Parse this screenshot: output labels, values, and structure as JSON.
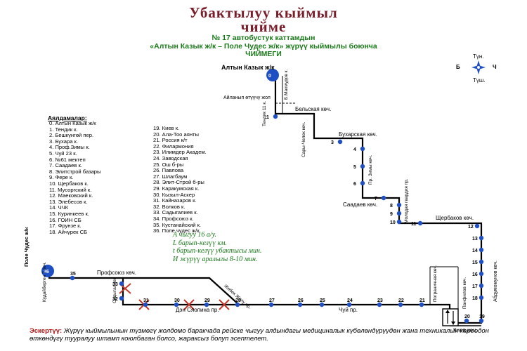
{
  "title": {
    "line1": "Убактылуу кыймыл",
    "line2": "чийме"
  },
  "subtitle": {
    "line1": "№ 17  автобустук каттамдын",
    "line2": "«Алтын Казык ж/к   – Поле Чудес ж/к» жүрүү кыймылы боюнча",
    "line3": "ЧИЙМЕГИ"
  },
  "compass": {
    "north": "Түн.",
    "south": "Түш.",
    "west": "Б",
    "east": "Ч"
  },
  "stops_header": "Аялдамалар:",
  "stops": [
    "0. Алтын Казык ж/к",
    "1. Тендик к.",
    "2. Бешкүнгөй пер.",
    "3. Бухара к.",
    "4. Проф.Зимы к.",
    "5. Чуй 23 к.",
    "6. №61 мектеп",
    "7. Саадаев к.",
    "8. Элитстрой базары",
    "9. Фере к.",
    "10. Щербаков к.",
    "11. Мусоргский к.",
    "12. Маековский к.",
    "13. Элебесов к.",
    "14. ЧЧК",
    "15. Куринкеев к.",
    "16. ГОИН СБ",
    "17. Фрунзе к.",
    "18. Айчүрек СБ",
    "19. Киев к.",
    "20. Ала-Тоо аянты",
    "21. Россия к/т",
    "22. Филармония",
    "23. Илимдер Академ.",
    "24. Заводская",
    "25. Ош б-ры",
    "26. Павлова",
    "27. Шлагбаум",
    "28. Элит-Строй б-ры",
    "29. Каракумская к.",
    "30. Кызыл-Аскер",
    "31. Кайназаров к.",
    "32. Волков к.",
    "33. Садыгалиев к.",
    "34. Профсоюз к.",
    "35. Кустанайский к.",
    "36. Поле чудес ж/к"
  ],
  "route_info": [
    "А чыгуу   16   а/у.",
    "L барып-келүү      км.",
    "t барып-келүү убактысы       мин.",
    "И жүрүү аралыгы       8-10  мин."
  ],
  "map_labels": {
    "terminal_start": "Алтын Казык ж/к",
    "terminal_end": "Поле Чудес ж/к",
    "dead_end": "Айланып өтүүчү жол",
    "street_mahmudov": "Б.Махмудов к.",
    "street_tendik": "Тендик 11 к.",
    "street_belskaya": "Бельская көч.",
    "street_sary_chelek": "Сары-Челек көч.",
    "street_buharskaya": "Бухарская көч.",
    "street_zimy": "Пр. Зимы көч.",
    "street_saadaev": "Саадаев көч.",
    "street_molodaya": "Молодая гвардия пр.",
    "street_scherbakov": "Щербаков көч.",
    "street_abdumomunov": "Абдумомунов көч.",
    "street_panfilov": "Панфилов көч.",
    "street_pogranichnaya": "Пограничная көч.",
    "street_kiev": "Киев көч.",
    "street_chui": "Чуй пр.",
    "street_den_syaopin": "Дэн Сяопина пр.",
    "street_profsoyuz": "Профсоюз көч.",
    "street_sadygaliev": "Садыгалиев",
    "street_kudaiberген": "Кудайберген 7 көч.",
    "street_zhibek": "Жибек Жолу пр."
  },
  "footnote": {
    "prefix": "Эскертүү:",
    "text": "Жүрүү кыймылынын түзмөгү жолдомо баракчада рейске чыгуу алдындагы медициналык күбөлөндүрүүдөн жана техникалык кароодон өткөндүгү тууралуу штамп коюлбаган болсо, жараксыз болуп эсептелет."
  },
  "colors": {
    "title": "#7a1d2a",
    "subtitle": "#1a7a1a",
    "route": "#000000",
    "stop": "#1f4fc4",
    "closed": "#c0392b"
  }
}
